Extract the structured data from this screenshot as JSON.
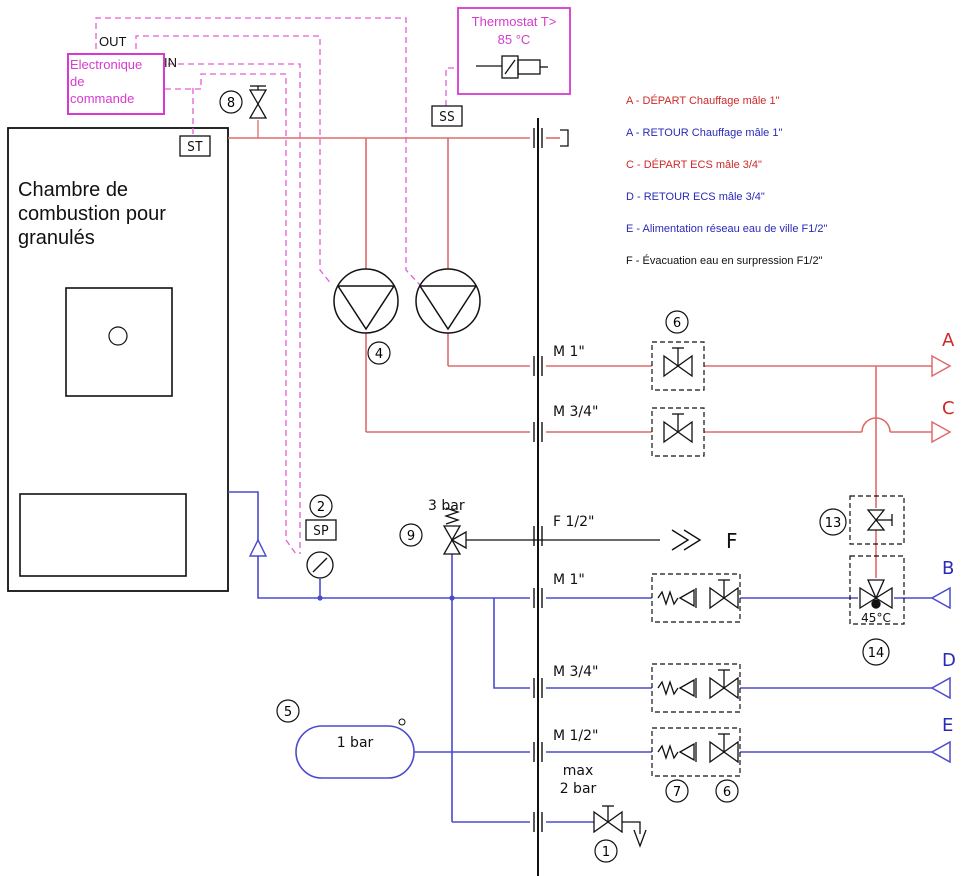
{
  "colors": {
    "supply": "#e06a6a",
    "supply_dark": "#cc2a2a",
    "return": "#4a4ad0",
    "return_dark": "#2a2ab8",
    "control": "#e35fd6",
    "control_box": "#d63ad0",
    "black": "#111111"
  },
  "boiler": {
    "label_line1": "Chambre de",
    "label_line2": "combustion pour",
    "label_line3": "granulés"
  },
  "electronics": {
    "label_line1": "Electronique",
    "label_line2": "de",
    "label_line3": "commande",
    "out": "OUT",
    "in": "IN"
  },
  "thermostat": {
    "line1": "Thermostat T>",
    "line2": "85 °C"
  },
  "sensors": {
    "st": "ST",
    "ss": "SS",
    "sp": "SP"
  },
  "legend": [
    {
      "text": "A - DÉPART Chauffage mâle 1\"",
      "color": "#cc2a2a"
    },
    {
      "text": "A - RETOUR Chauffage mâle 1\"",
      "color": "#2a2ab8"
    },
    {
      "text": "C - DÉPART ECS mâle 3/4\"",
      "color": "#cc2a2a"
    },
    {
      "text": "D - RETOUR ECS mâle 3/4\"",
      "color": "#2a2ab8"
    },
    {
      "text": "E - Alimentation réseau eau de ville F1/2\"",
      "color": "#2a2ab8"
    },
    {
      "text": "F - Évacuation eau en surpression F1/2\"",
      "color": "#111111"
    }
  ],
  "numbers": {
    "n1": "1",
    "n2": "2",
    "n4": "4",
    "n5": "5",
    "n6a": "6",
    "n6b": "6",
    "n7": "7",
    "n8": "8",
    "n9": "9",
    "n13": "13",
    "n14": "14"
  },
  "fittings": {
    "m1_supply": "M 1\"",
    "m34_supply": "M 3/4\"",
    "f12": "F 1/2\"",
    "m1_return": "M 1\"",
    "m34_return": "M 3/4\"",
    "m12": "M 1/2\""
  },
  "ports": {
    "a": "A",
    "c": "C",
    "b": "B",
    "d": "D",
    "e": "E",
    "f": "F"
  },
  "values": {
    "relief": "3 bar",
    "tank": "1 bar",
    "max1": "max",
    "max2": "2 bar",
    "mixing_temp": "45°C"
  }
}
